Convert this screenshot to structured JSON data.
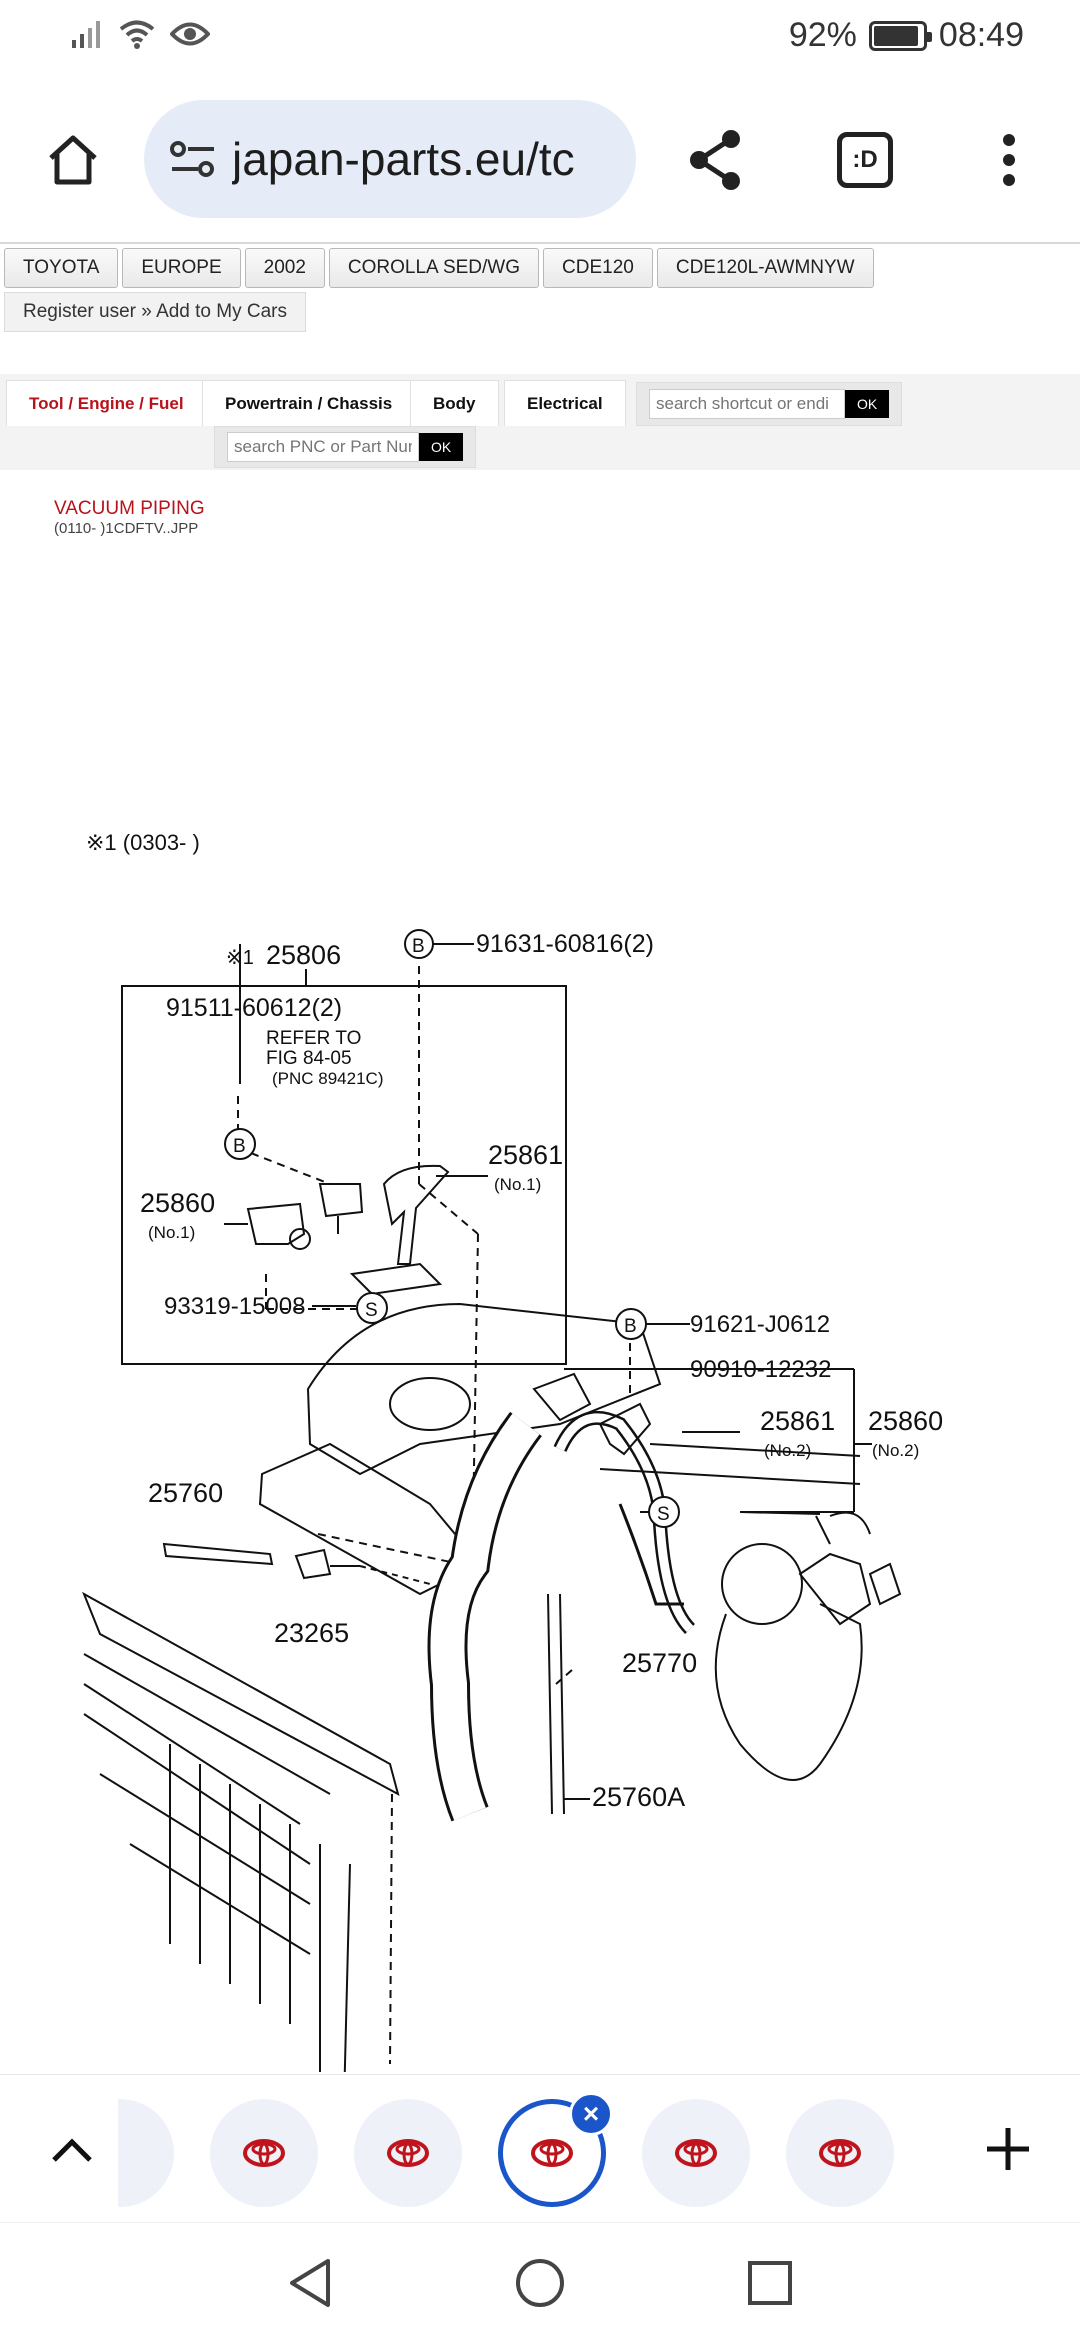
{
  "status": {
    "battery_percent": "92%",
    "battery_level": 0.92,
    "time": "08:49"
  },
  "browser": {
    "url": "japan-parts.eu/tc",
    "tab_button_label": ":D"
  },
  "breadcrumbs": [
    "TOYOTA",
    "EUROPE",
    "2002",
    "COROLLA SED/WG",
    "CDE120",
    "CDE120L-AWMNYW"
  ],
  "register_link": "Register user » Add to My Cars",
  "tabs": [
    "Tool / Engine / Fuel",
    "Powertrain / Chassis",
    "Body",
    "Electrical"
  ],
  "active_tab": "Tool / Engine / Fuel",
  "search": {
    "shortcut_placeholder": "search shortcut or endi",
    "pnc_placeholder": "search PNC or Part Num",
    "ok_label": "OK"
  },
  "diagram": {
    "title": "VACUUM PIPING",
    "subtitle": "(0110- )1CDFTV..JPP",
    "figure_id": "173179D",
    "note": "※1 (0303-        )",
    "parts": [
      "91631-60816(2)",
      "※1",
      "25806",
      "91511-60612(2)",
      "REFER TO",
      "FIG 84-05",
      "(PNC 89421C)",
      "25861",
      "(No.1)",
      "25860",
      "(No.1)",
      "93319-15008",
      "91621-J0612",
      "90910-12232",
      "25861",
      "(No.2)",
      "25860",
      "(No.2)",
      "25760",
      "23265",
      "25770",
      "25760A"
    ],
    "callouts": [
      "B",
      "B",
      "B",
      "S",
      "S"
    ]
  },
  "colors": {
    "accent_red": "#b8121b",
    "url_bar": "#e6ecf7",
    "active_tab_ring": "#1a56c9"
  }
}
